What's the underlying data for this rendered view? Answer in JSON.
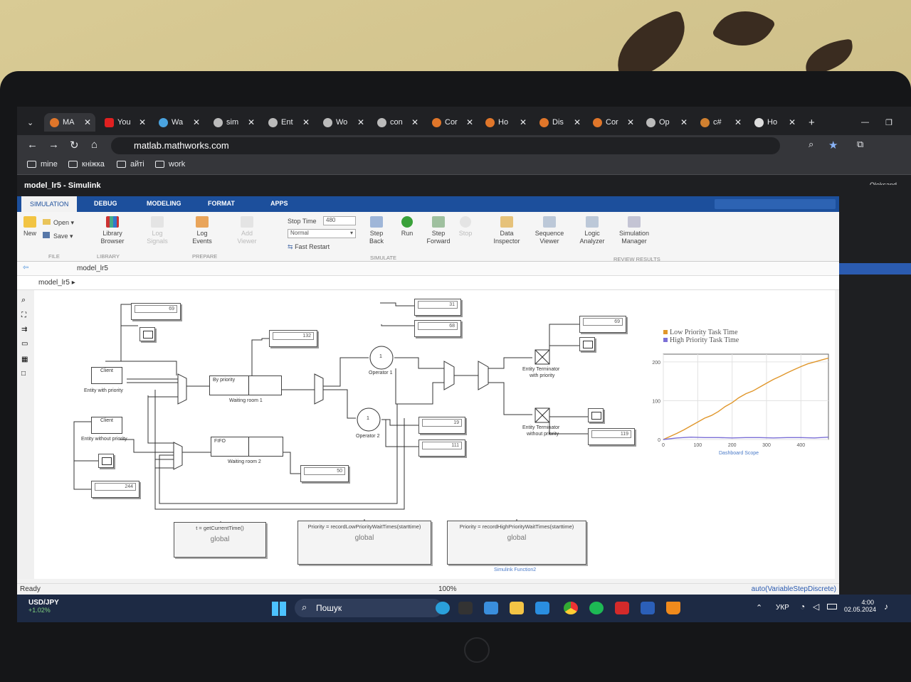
{
  "browser": {
    "tabs": [
      {
        "label": "MA"
      },
      {
        "label": "You"
      },
      {
        "label": "Wa"
      },
      {
        "label": "sim"
      },
      {
        "label": "Ent"
      },
      {
        "label": "Wo"
      },
      {
        "label": "con"
      },
      {
        "label": "Cor"
      },
      {
        "label": "Ho"
      },
      {
        "label": "Dis"
      },
      {
        "label": "Cor"
      },
      {
        "label": "Op"
      },
      {
        "label": "c#"
      },
      {
        "label": "Ho"
      }
    ],
    "new_tab": "+",
    "url": "matlab.mathworks.com",
    "bookmarks": [
      {
        "label": "mine"
      },
      {
        "label": "кніжка"
      },
      {
        "label": "айті"
      },
      {
        "label": "work"
      }
    ]
  },
  "window": {
    "title": "model_lr5 - Simulink",
    "user": "Oleksand"
  },
  "ribbon": {
    "tabs": [
      {
        "label": "SIMULATION"
      },
      {
        "label": "DEBUG"
      },
      {
        "label": "MODELING"
      },
      {
        "label": "FORMAT"
      },
      {
        "label": "APPS"
      }
    ],
    "new": "New",
    "open": "Open",
    "save": "Save",
    "library_browser_1": "Library",
    "library_browser_2": "Browser",
    "log_signals_1": "Log",
    "log_signals_2": "Signals",
    "log_events_1": "Log",
    "log_events_2": "Events",
    "add_viewer_1": "Add",
    "add_viewer_2": "Viewer",
    "stop_time_label": "Stop Time",
    "stop_time_value": "480",
    "mode": "Normal",
    "fast_restart": "Fast Restart",
    "step_back_1": "Step",
    "step_back_2": "Back",
    "run": "Run",
    "step_forward_1": "Step",
    "step_forward_2": "Forward",
    "stop": "Stop",
    "data_inspector_1": "Data",
    "data_inspector_2": "Inspector",
    "sequence_viewer_1": "Sequence",
    "sequence_viewer_2": "Viewer",
    "logic_analyzer_1": "Logic",
    "logic_analyzer_2": "Analyzer",
    "simulation_manager_1": "Simulation",
    "simulation_manager_2": "Manager",
    "groups": {
      "file": "FILE",
      "library": "LIBRARY",
      "prepare": "PREPARE",
      "simulate": "SIMULATE",
      "review": "REVIEW RESULTS"
    }
  },
  "model": {
    "breadcrumb": "model_lr5",
    "path": "model_lr5"
  },
  "diagram": {
    "displays": {
      "d69a": "69",
      "d132": "132",
      "d31": "31",
      "d68": "68",
      "d69b": "69",
      "d19": "19",
      "d111": "111",
      "d50": "50",
      "d244": "244",
      "d119": "119"
    },
    "labels": {
      "client1": "Client",
      "entity_with_priority": "Entity with priority",
      "client2": "Client",
      "entity_without_priority": "Entity without priority",
      "by_priority": "By priority",
      "waiting_room_1": "Waiting room 1",
      "fifo": "FIFO",
      "waiting_room_2": "Waiting room 2",
      "operator1": "Operator 1",
      "operator2": "Operator 2",
      "server_count": "1",
      "term1_a": "Entity Terminator",
      "term1_b": "with priority",
      "term2_a": "Entity Terminator",
      "term2_b": "without priority",
      "fn1": "t = getCurrentTime()",
      "fn2": "Priority = recordLowPriorityWaitTimes(starttime)",
      "fn3": "Priority = recordHighPriorityWaitTimes(starttime)",
      "global": "global",
      "fn3_name": "Simulink Function2"
    }
  },
  "chart_data": {
    "type": "line",
    "legend_placement": "top-left",
    "xlim": [
      0,
      480
    ],
    "ylim": [
      0,
      220
    ],
    "x_ticks": [
      0,
      100,
      200,
      300,
      400
    ],
    "y_ticks": [
      0,
      100,
      200
    ],
    "caption": "Dashboard Scope",
    "series": [
      {
        "name": "Low Priority Task Time",
        "color": "#e0962a",
        "x": [
          0,
          20,
          40,
          60,
          80,
          100,
          120,
          140,
          160,
          180,
          200,
          220,
          240,
          260,
          280,
          300,
          320,
          340,
          360,
          380,
          400,
          420,
          440,
          460,
          480
        ],
        "y": [
          0,
          8,
          16,
          25,
          35,
          45,
          55,
          62,
          72,
          85,
          95,
          108,
          118,
          125,
          135,
          145,
          155,
          163,
          172,
          180,
          188,
          195,
          200,
          205,
          210
        ]
      },
      {
        "name": "High Priority Task Time",
        "color": "#7b6fd6",
        "x": [
          0,
          40,
          80,
          120,
          160,
          200,
          240,
          280,
          320,
          360,
          400,
          440,
          480
        ],
        "y": [
          0,
          4,
          6,
          5,
          5,
          4,
          5,
          5,
          4,
          5,
          5,
          4,
          6
        ]
      }
    ]
  },
  "status": {
    "ready": "Ready",
    "zoom": "100%",
    "solver": "auto(VariableStepDiscrete)"
  },
  "taskbar": {
    "ticker": "USD/JPY",
    "change": "+1.02%",
    "search": "Пошук",
    "lang": "УКР",
    "time": "4:00",
    "date": "02.05.2024"
  },
  "colors": {
    "ribbon_blue": "#1c4f9c",
    "low_priority": "#e0962a",
    "high_priority": "#7b6fd6"
  }
}
